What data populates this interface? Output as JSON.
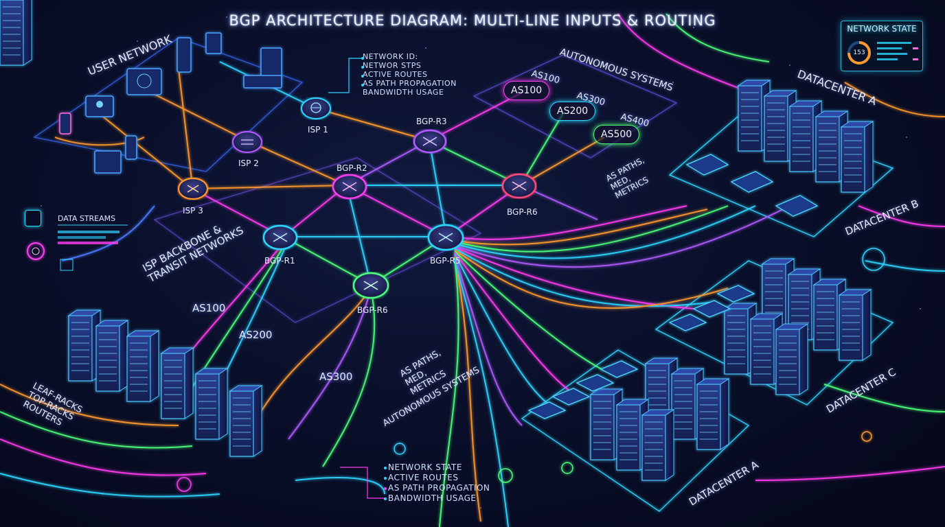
{
  "title": "BGP ARCHITECTURE DIAGRAM: MULTI-LINE INPUTS & ROUTING",
  "regions": {
    "user_network": "USER NETWORK",
    "autonomous_systems_top": "AUTONOMOUS SYSTEMS",
    "datacenter_a_top": "DATACENTER A",
    "datacenter_b": "DATACENTER B",
    "datacenter_c": "DATACENTER C",
    "datacenter_a_bottom": "DATACENTER A",
    "isp_backbone_line1": "ISP BACKBONE &",
    "isp_backbone_line2": "TRANSIT NETWORKS",
    "leaf_racks_line1": "LEAF-RACKS",
    "leaf_racks_line2": "TOP-RACKS",
    "leaf_racks_line3": "ROUTERS",
    "as_paths_right_line1": "AS PATHS,",
    "as_paths_right_line2": "MED,",
    "as_paths_right_line3": "METRICS",
    "as_paths_center_line1": "AS PATHS,",
    "as_paths_center_line2": "MED,",
    "as_paths_center_line3": "METRICS",
    "autonomous_systems_center": "AUTONOMOUS SYSTEMS"
  },
  "routers": {
    "isp1": "ISP 1",
    "isp2": "ISP 2",
    "isp3": "ISP 3",
    "bgp_r1": "BGP-R1",
    "bgp_r2": "BGP-R2",
    "bgp_r3": "BGP-R3",
    "bgp_r5": "BGP-R5",
    "bgp_r6_right": "BGP-R6",
    "bgp_r6_bottom": "BGP-R6"
  },
  "as_nodes": {
    "as100_pill": "AS100",
    "as200_pill": "AS200",
    "as500_pill": "AS500",
    "as100_tag": "AS100",
    "as300_tag": "AS300",
    "as400_tag": "AS400",
    "as100_left": "AS100",
    "as200_left": "AS200",
    "as300_left": "AS300"
  },
  "top_notes": [
    "NETWORK ID:",
    "NETWOR STPS",
    "ACTIVE ROUTES",
    "AS PATH PROPAGATION",
    "BANDWIDTH USAGE"
  ],
  "bottom_notes": [
    "NETWORK STATE",
    "ACTIVE ROUTES",
    "AS PATH PROPAGATION",
    "BANDWIDTH USAGE"
  ],
  "network_state_panel": {
    "title": "NETWORK STATE",
    "gauge_value": "153",
    "row_labels": [
      "",
      "",
      "",
      "",
      "",
      ""
    ]
  },
  "data_streams_panel": {
    "title": "DATA STREAMS"
  },
  "colors": {
    "cyan": "#2fd6ff",
    "magenta": "#ff3df0",
    "orange": "#ff9a2e",
    "green": "#4dff7a",
    "purple": "#b05cff",
    "blue": "#4d7dff"
  }
}
